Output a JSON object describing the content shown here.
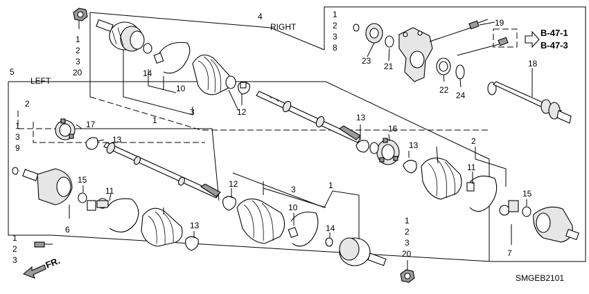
{
  "labels": {
    "right": "RIGHT",
    "left": "LEFT",
    "ref1": "B-47-1",
    "ref2": "B-47-3",
    "fr": "FR.",
    "code": "SMGEB2101"
  },
  "callouts": {
    "c_1_2_3_20_top": [
      "1",
      "2",
      "3",
      "20"
    ],
    "c_1_2_3_8": [
      "1",
      "2",
      "3",
      "8"
    ],
    "c_1_3_9": [
      "1",
      "3",
      "9"
    ],
    "c_1_2_3_bottom": [
      "1",
      "2",
      "3"
    ],
    "c_1_2_3_20_bottom": [
      "1",
      "2",
      "3",
      "20"
    ],
    "n1a": "1",
    "n1b": "1",
    "n2a": "2",
    "n2b": "2",
    "n3a": "3",
    "n3b": "3",
    "n4": "4",
    "n5": "5",
    "n6": "6",
    "n7": "7",
    "n10a": "10",
    "n10b": "10",
    "n11a": "11",
    "n11b": "11",
    "n12a": "12",
    "n12b": "12",
    "n13a": "13",
    "n13b": "13",
    "n13c": "13",
    "n13d": "13",
    "n14a": "14",
    "n14b": "14",
    "n15a": "15",
    "n15b": "15",
    "n16": "16",
    "n17": "17",
    "n18": "18",
    "n19": "19",
    "n21": "21",
    "n22": "22",
    "n23": "23",
    "n24": "24"
  },
  "colors": {
    "line": "#000000",
    "background": "#ffffff",
    "shade": "#9a9a9a"
  }
}
